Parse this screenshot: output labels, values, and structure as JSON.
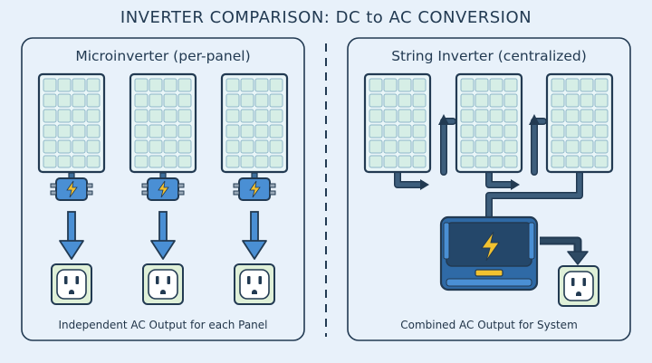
{
  "title": "INVERTER COMPARISON: DC to AC CONVERSION",
  "left_panel": {
    "heading": "Microinverter (per-panel)",
    "caption": "Independent AC Output for each Panel"
  },
  "right_panel": {
    "heading": "String Inverter (centralized)",
    "caption": "Combined AC Output for System"
  },
  "icons": {
    "solar_panel": "solar-panel-icon",
    "microinverter": "lightning-bolt-box-icon",
    "string_inverter": "lightning-bolt-box-icon",
    "outlet": "ac-outlet-icon",
    "arrow": "down-arrow-icon"
  },
  "colors": {
    "background": "#e8f1fa",
    "panel_cell": "#dcefe8",
    "inverter_blue": "#4a8fd4",
    "bolt_yellow": "#f2c230",
    "outline": "#223a52",
    "cable": "#2e4a63"
  }
}
